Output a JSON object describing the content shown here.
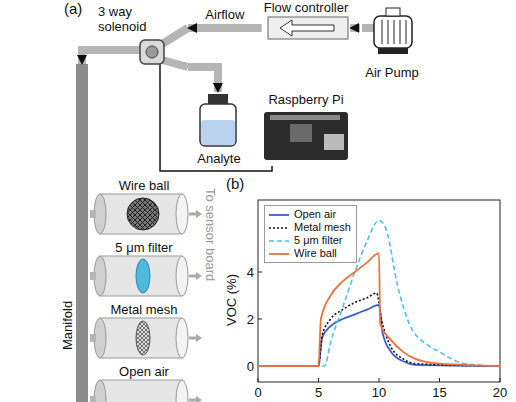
{
  "diagram": {
    "nodes": [
      {
        "text": [
          "Flow controller"
        ]
      },
      {
        "text": [
          "Air Pump"
        ]
      },
      {
        "text": [
          "3 way solenoid"
        ]
      },
      {
        "text": [
          "Analyte"
        ]
      },
      {
        "text": [
          "Raspberry Pi"
        ]
      },
      {
        "text": [
          "Manifold"
        ]
      },
      {
        "text": [
          "Wire ball"
        ]
      },
      {
        "text": [
          "5 μm filter"
        ]
      },
      {
        "text": [
          "Metal mesh"
        ]
      },
      {
        "text": [
          "Open air"
        ]
      }
    ],
    "edges": [
      {
        "from": 1,
        "to": 0,
        "arrow": "to"
      },
      {
        "from": 0,
        "to": 2,
        "label": "Airflow",
        "arrow": "to"
      },
      {
        "from": 2,
        "to": 3,
        "arrow": "to"
      },
      {
        "from": 2,
        "to": 5,
        "arrow": "to"
      },
      {
        "from": 4,
        "to": 2,
        "arrow": "none"
      },
      {
        "from": 5,
        "to": 6,
        "arrow": "none"
      },
      {
        "from": 5,
        "to": 7,
        "arrow": "none"
      },
      {
        "from": 5,
        "to": 8,
        "arrow": "none"
      },
      {
        "from": 5,
        "to": 9,
        "arrow": "none"
      }
    ],
    "labels": [
      "(a)",
      "To sensor board",
      "(b)",
      "VOC (%)",
      "4",
      "2",
      "0",
      "0",
      "5",
      "10",
      "15",
      "20"
    ],
    "legend": [
      {
        "text": "Open air"
      },
      {
        "text": "Metal mesh"
      },
      {
        "text": "5 μm filter"
      },
      {
        "text": "Wire ball"
      }
    ]
  }
}
